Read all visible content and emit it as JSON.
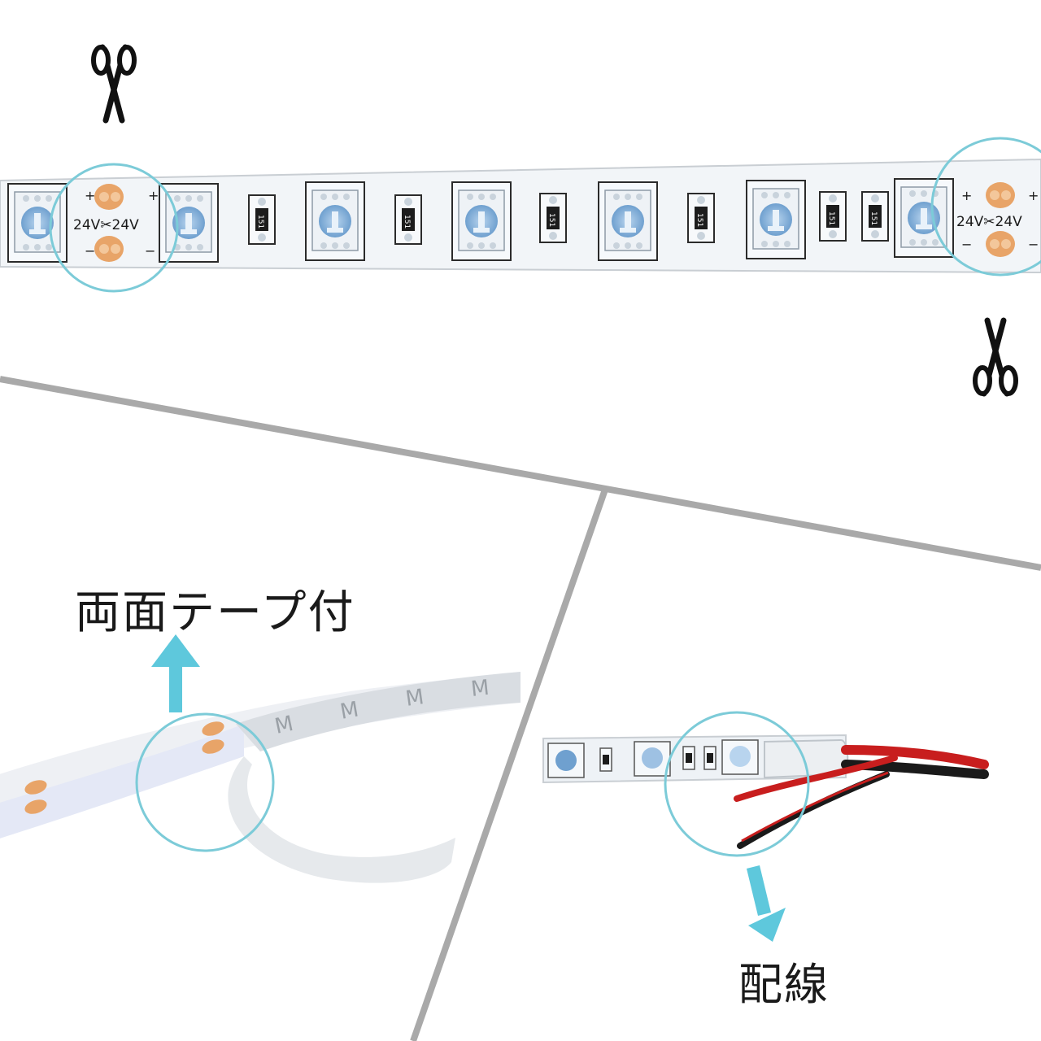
{
  "labels": {
    "tape": "両面テープ付",
    "wiring": "配線"
  },
  "strip": {
    "voltage": "24V",
    "cut_mark": "24V✂24V",
    "plus": "+",
    "minus": "−",
    "resistor_code": "151"
  },
  "colors": {
    "accent": "#5ec8dc",
    "circle": "#7ccbd8",
    "pad": "#e8a468",
    "led_blue": "#6fa0cf",
    "divider": "#a9a9a9",
    "wire_red": "#c81e1e",
    "wire_black": "#1a1a1a"
  },
  "icons": [
    "scissors-icon",
    "scissors-icon",
    "arrow-up-icon",
    "arrow-down-icon"
  ]
}
